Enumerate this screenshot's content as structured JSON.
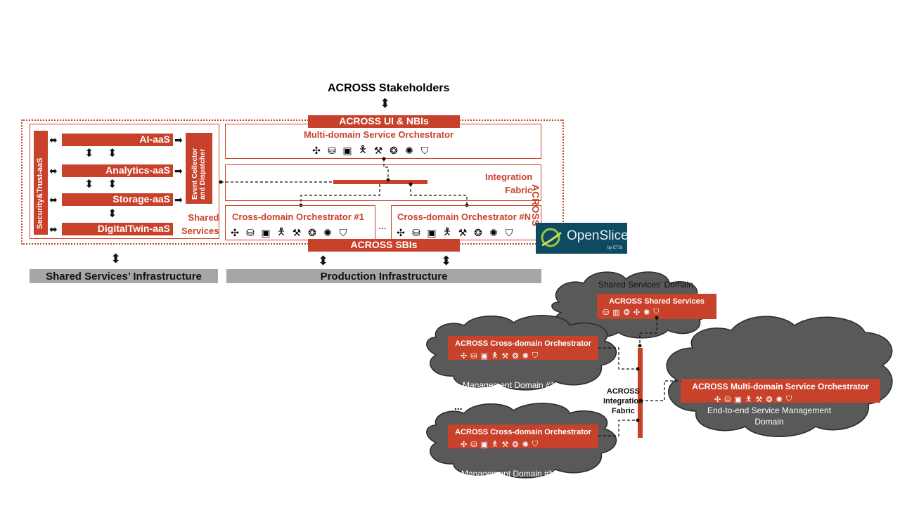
{
  "top": {
    "stakeholders": "ACROSS Stakeholders",
    "ui_nbis": "ACROSS UI & NBIs",
    "mdso": "Multi-domain Service Orchestrator",
    "integration_fabric_1": "Integration",
    "integration_fabric_2": "Fabric",
    "across": "ACROSS",
    "cdo1": "Cross-domain Orchestrator #1",
    "cdoN": "Cross-domain Orchestrator #N",
    "ellipsis": "...",
    "sbis": "ACROSS SBIs",
    "shared_services_1": "Shared",
    "shared_services_2": "Services",
    "security_trust": "Security&Trust-aaS",
    "event_collector_1": "Event Collector",
    "event_collector_2": "and Dispatcher",
    "services": [
      "AI-aaS",
      "Analytics-aaS",
      "Storage-aaS",
      "DigitalTwin-aaS"
    ],
    "shared_infra": "Shared Services’ Infrastructure",
    "production_infra": "Production Infrastructure",
    "openslice": "OpenSlice",
    "openslice_sub": "by ETSI"
  },
  "bottom": {
    "shared_domain": "Shared Services’ Domain",
    "shared_box": "ACROSS Shared Services",
    "cdo_box": "ACROSS Cross-domain Orchestrator",
    "mgmt1": "Management Domain #1",
    "mgmtN": "Management Domain #N",
    "dots": "...",
    "fabric_1": "ACROSS",
    "fabric_2": "Integration",
    "fabric_3": "Fabric",
    "mdso_box": "ACROSS Multi-domain Service Orchestrator",
    "e2e_1": "End-to-end Service Management",
    "e2e_2": "Domain"
  },
  "icons": [
    "network-icon",
    "database-icon",
    "monitor-icon",
    "person-icon",
    "tools-icon",
    "brain-icon",
    "chip-icon",
    "shield-icon"
  ],
  "colors": {
    "accent": "#c8412b",
    "cloud": "#595959",
    "bar": "#a6a6a6"
  }
}
